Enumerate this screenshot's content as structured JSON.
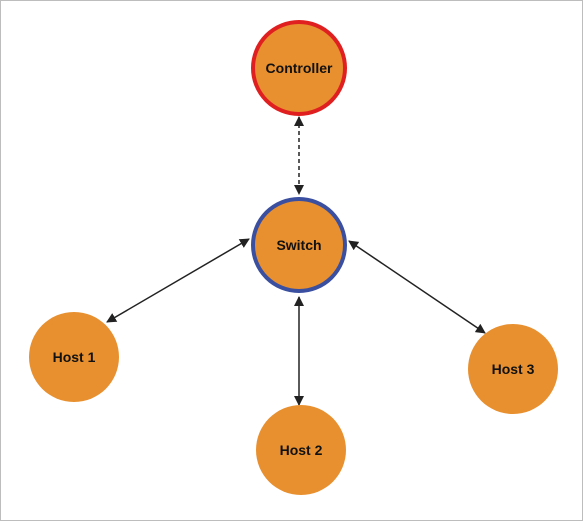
{
  "diagram": {
    "nodes": {
      "controller": {
        "label": "Controller",
        "fill": "#e8902f",
        "stroke": "#e02020"
      },
      "switch": {
        "label": "Switch",
        "fill": "#e8902f",
        "stroke": "#3a4fa0"
      },
      "host1": {
        "label": "Host 1",
        "fill": "#e8902f"
      },
      "host2": {
        "label": "Host 2",
        "fill": "#e8902f"
      },
      "host3": {
        "label": "Host 3",
        "fill": "#e8902f"
      }
    },
    "edges": [
      {
        "from": "controller",
        "to": "switch",
        "style": "dashed",
        "arrows": "both"
      },
      {
        "from": "switch",
        "to": "host1",
        "style": "solid",
        "arrows": "both"
      },
      {
        "from": "switch",
        "to": "host2",
        "style": "solid",
        "arrows": "both"
      },
      {
        "from": "switch",
        "to": "host3",
        "style": "solid",
        "arrows": "both"
      }
    ],
    "edge_color": "#222222"
  }
}
